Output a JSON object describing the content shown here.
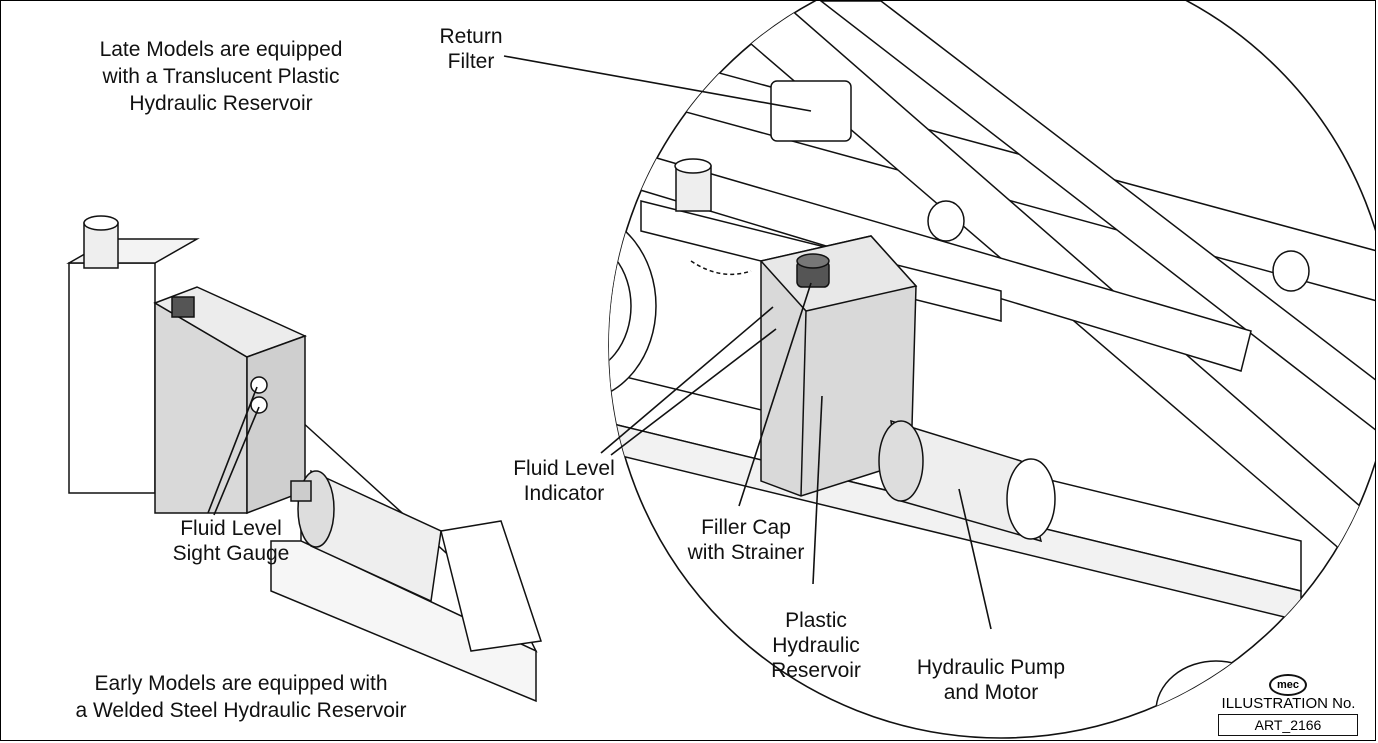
{
  "notes": {
    "late_models": [
      "Late Models are equipped",
      "with a Translucent Plastic",
      "Hydraulic Reservoir"
    ],
    "early_models": [
      "Early Models are equipped with",
      "a Welded Steel Hydraulic Reservoir"
    ]
  },
  "callouts": {
    "return_filter": [
      "Return",
      "Filter"
    ],
    "fluid_level_indicator": [
      "Fluid Level",
      "Indicator"
    ],
    "filler_cap": [
      "Filler Cap",
      "with Strainer"
    ],
    "plastic_reservoir": [
      "Plastic",
      "Hydraulic",
      "Reservoir"
    ],
    "pump_motor": [
      "Hydraulic Pump",
      "and Motor"
    ],
    "sight_gauge": [
      "Fluid Level",
      "Sight Gauge"
    ]
  },
  "badge": {
    "logo_text": "mec",
    "caption": "ILLUSTRATION No.",
    "number": "ART_2166"
  },
  "colors": {
    "line": "#111111",
    "tank_fill": "#d9d9d9",
    "background": "#ffffff"
  }
}
